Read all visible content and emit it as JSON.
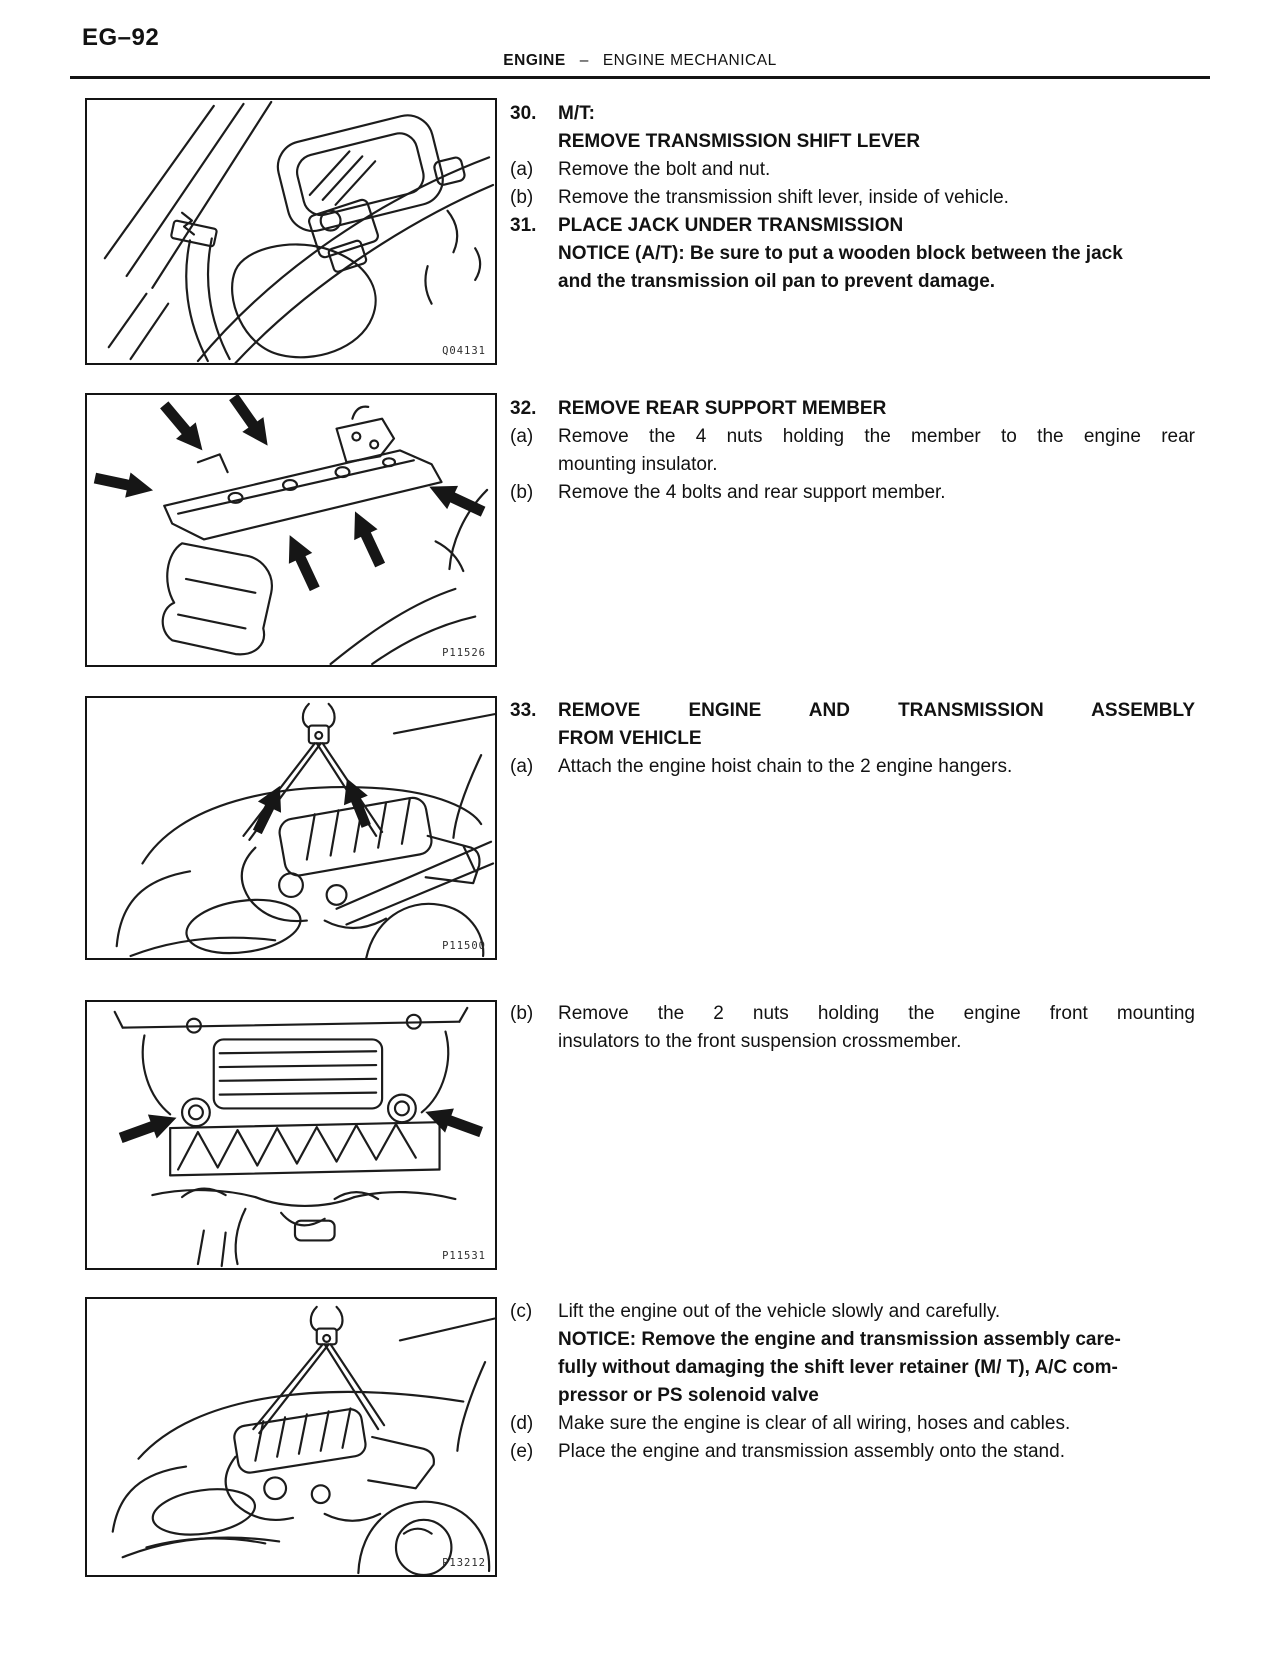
{
  "header": {
    "page_number": "EG–92",
    "section_bold": "ENGINE",
    "separator": "–",
    "section_title": "ENGINE MECHANICAL"
  },
  "figures": [
    {
      "code": "Q04131"
    },
    {
      "code": "P11526"
    },
    {
      "code": "P11500"
    },
    {
      "code": "P11531"
    },
    {
      "code": "P13212"
    }
  ],
  "blocks": [
    {
      "rows": [
        {
          "kind": "heading",
          "marker": "30.",
          "lines": [
            "M/T:",
            "REMOVE TRANSMISSION SHIFT LEVER"
          ]
        },
        {
          "kind": "item",
          "marker": "(a)",
          "lines": [
            "Remove the bolt and nut."
          ]
        },
        {
          "kind": "item",
          "marker": "(b)",
          "lines": [
            "Remove the transmission shift lever, inside of vehicle."
          ]
        },
        {
          "kind": "heading",
          "marker": "31.",
          "lines": [
            "PLACE JACK UNDER TRANSMISSION"
          ]
        },
        {
          "kind": "notice",
          "marker": "",
          "lines": [
            "NOTICE (A/T): Be sure to put a wooden block between the jack",
            "and the transmission oil pan to prevent damage."
          ]
        }
      ]
    },
    {
      "rows": [
        {
          "kind": "heading",
          "marker": "32.",
          "lines": [
            "REMOVE REAR SUPPORT MEMBER"
          ]
        },
        {
          "kind": "item",
          "marker": "(a)",
          "lines": [
            "Remove the 4 nuts holding the member to the engine rear",
            "mounting insulator."
          ]
        },
        {
          "kind": "item",
          "marker": "(b)",
          "lines": [
            "Remove the 4 bolts and rear support member."
          ]
        }
      ]
    },
    {
      "rows": [
        {
          "kind": "heading",
          "marker": "33.",
          "lines": [
            "REMOVE ENGINE AND TRANSMISSION ASSEMBLY",
            "FROM VEHICLE"
          ]
        },
        {
          "kind": "item",
          "marker": "(a)",
          "lines": [
            "Attach the engine hoist chain to the 2 engine hangers."
          ]
        }
      ]
    },
    {
      "rows": [
        {
          "kind": "item",
          "marker": "(b)",
          "lines": [
            "Remove the 2 nuts holding the engine front mounting",
            "insulators to the front suspension crossmember."
          ]
        }
      ]
    },
    {
      "rows": [
        {
          "kind": "item",
          "marker": "(c)",
          "lines": [
            "Lift the engine out of the vehicle slowly and carefully."
          ]
        },
        {
          "kind": "notice",
          "marker": "",
          "lines": [
            "NOTICE: Remove the engine and transmission assembly care-",
            "fully without damaging the shift lever retainer (M/ T), A/C com-",
            "pressor or PS solenoid valve"
          ]
        },
        {
          "kind": "item",
          "marker": "(d)",
          "lines": [
            "Make sure the engine is clear of all wiring, hoses and cables."
          ]
        },
        {
          "kind": "item",
          "marker": "(e)",
          "lines": [
            "Place the engine and transmission assembly onto the stand."
          ]
        }
      ]
    }
  ]
}
